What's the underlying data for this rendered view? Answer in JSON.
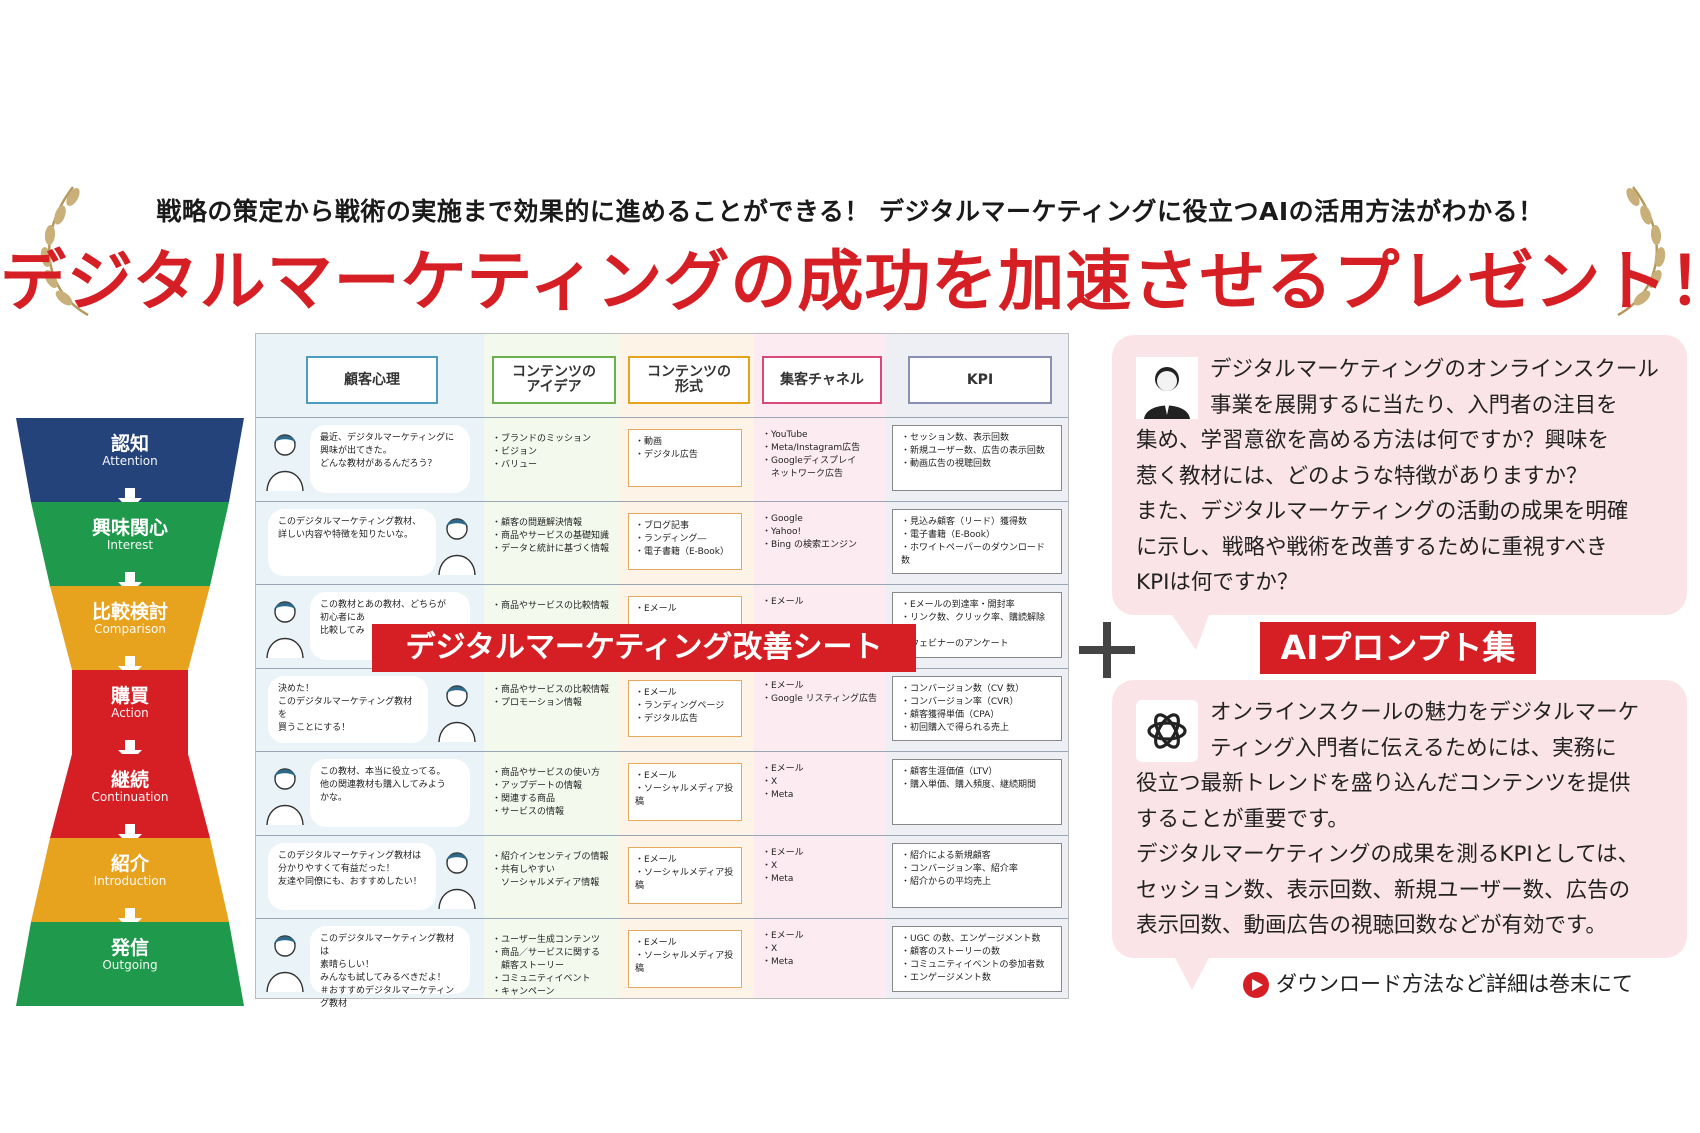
{
  "header": {
    "subtitle": "戦略の策定から戦術の実施まで効果的に進めることができる！ デジタルマーケティングに役立つAIの活用方法がわかる！",
    "title": "デジタルマーケティングの成功を加速させるプレゼント！"
  },
  "funnel": [
    {
      "jp": "認知",
      "en": "Attention",
      "color": "#24437a"
    },
    {
      "jp": "興味関心",
      "en": "Interest",
      "color": "#1f9a4c"
    },
    {
      "jp": "比較検討",
      "en": "Comparison",
      "color": "#e7a21e"
    },
    {
      "jp": "購買",
      "en": "Action",
      "color": "#d61f24"
    },
    {
      "jp": "継続",
      "en": "Continuation",
      "color": "#d61f24"
    },
    {
      "jp": "紹介",
      "en": "Introduction",
      "color": "#e7a21e"
    },
    {
      "jp": "発信",
      "en": "Outgoing",
      "color": "#1f9a4c"
    }
  ],
  "sheet": {
    "banner": "デジタルマーケティング改善シート",
    "headers": [
      "顧客心理",
      "コンテンツの\nアイデア",
      "コンテンツの\n形式",
      "集客チャネル",
      "KPI"
    ],
    "header_colors": [
      "#4a9bbf",
      "#6ab04c",
      "#e7a21e",
      "#d94a7a",
      "#8a8fb5"
    ],
    "rows": [
      {
        "psych": "最近、デジタルマーケティングに\n興味が出てきた。\nどんな教材があるんだろう？",
        "idea": "・ブランドのミッション\n・ビジョン\n・バリュー",
        "format": "・動画\n・デジタル広告",
        "channel": "・YouTube\n・Meta/Instagram広告\n・Googleディスプレイ\n　ネットワーク広告",
        "kpi": "・セッション数、表示回数\n・新規ユーザー数、広告の表示回数\n・動画広告の視聴回数"
      },
      {
        "psych": "このデジタルマーケティング教材、\n詳しい内容や特徴を知りたいな。",
        "idea": "・顧客の問題解決情報\n・商品やサービスの基礎知識\n・データと統計に基づく情報",
        "format": "・ブログ記事\n・ランディング―\n・電子書籍（E-Book）",
        "channel": "・Google\n・Yahoo!\n・Bing の検索エンジン",
        "kpi": "・見込み顧客（リード）獲得数\n・電子書籍（E-Book）\n・ホワイトペーパーのダウンロード数"
      },
      {
        "psych": "この教材とあの教材、どちらが\n初心者にあ\n比較してみ",
        "idea": "・商品やサービスの比較情報",
        "format": "・Eメール",
        "channel": "・Eメール",
        "kpi": "・Eメールの到達率・開封率\n・リンク数、クリック率、購読解除率\n・ウェビナーのアンケート"
      },
      {
        "psych": "決めた！\nこのデジタルマーケティング教材を\n買うことにする！",
        "idea": "・商品やサービスの比較情報\n・プロモーション情報",
        "format": "・Eメール\n・ランディングページ\n・デジタル広告",
        "channel": "・Eメール\n・Google リスティング広告",
        "kpi": "・コンバージョン数（CV 数）\n・コンバージョン率（CVR）\n・顧客獲得単価（CPA）\n・初回購入で得られる売上"
      },
      {
        "psych": "この教材、本当に役立ってる。\n他の関連教材も購入してみよう\nかな。",
        "idea": "・商品やサービスの使い方\n・アップデートの情報\n・関連する商品\n・サービスの情報",
        "format": "・Eメール\n・ソーシャルメディア投稿",
        "channel": "・Eメール\n・X\n・Meta",
        "kpi": "・顧客生涯価値（LTV）\n・購入単価、購入頻度、継続期間"
      },
      {
        "psych": "このデジタルマーケティング教材は\n分かりやすくて有益だった！\n友達や同僚にも、おすすめしたい！",
        "idea": "・紹介インセンティブの情報\n・共有しやすい\n　ソーシャルメディア情報",
        "format": "・Eメール\n・ソーシャルメディア投稿",
        "channel": "・Eメール\n・X\n・Meta",
        "kpi": "・紹介による新規顧客\n・コンバージョン率、紹介率\n・紹介からの平均売上"
      },
      {
        "psych": "このデジタルマーケティング教材は\n素晴らしい！\nみんなも試してみるべきだよ！\n＃おすすめデジタルマーケティング教材",
        "idea": "・ユーザー生成コンテンツ\n・商品／サービスに関する\n　顧客ストーリー\n・コミュニティイベント\n・キャンペーン",
        "format": "・Eメール\n・ソーシャルメディア投稿",
        "channel": "・Eメール\n・X\n・Meta",
        "kpi": "・UGC の数、エンゲージメント数\n・顧客のストーリーの数\n・コミュニティイベントの参加者数\n・エンゲージメント数"
      }
    ]
  },
  "prompts": {
    "label": "AIプロンプト集",
    "question": [
      "デジタルマーケティングのオンラインスクール",
      "事業を展開するに当たり、入門者の注目を",
      "集め、学習意欲を高める方法は何ですか？興味を",
      "惹く教材には、どのような特徴がありますか？",
      "また、デジタルマーケティングの活動の成果を明確",
      "に示し、戦略や戦術を改善するために重視すべき",
      "KPIは何ですか？"
    ],
    "answer": [
      "オンラインスクールの魅力をデジタルマーケ",
      "ティング入門者に伝えるためには、実務に",
      "役立つ最新トレンドを盛り込んだコンテンツを提供",
      "することが重要です。",
      "デジタルマーケティングの成果を測るKPIとしては、",
      "セッション数、表示回数、新規ユーザー数、広告の",
      "表示回数、動画広告の視聴回数などが有効です。"
    ],
    "download": "ダウンロード方法など詳細は巻末にて"
  },
  "icons": [
    "laurel-left-icon",
    "laurel-right-icon",
    "user-avatar-icon",
    "openai-logo-icon",
    "play-icon",
    "plus-icon"
  ],
  "colors": {
    "accent": "#d61f24",
    "pink_panel": "#fbe4e8"
  }
}
